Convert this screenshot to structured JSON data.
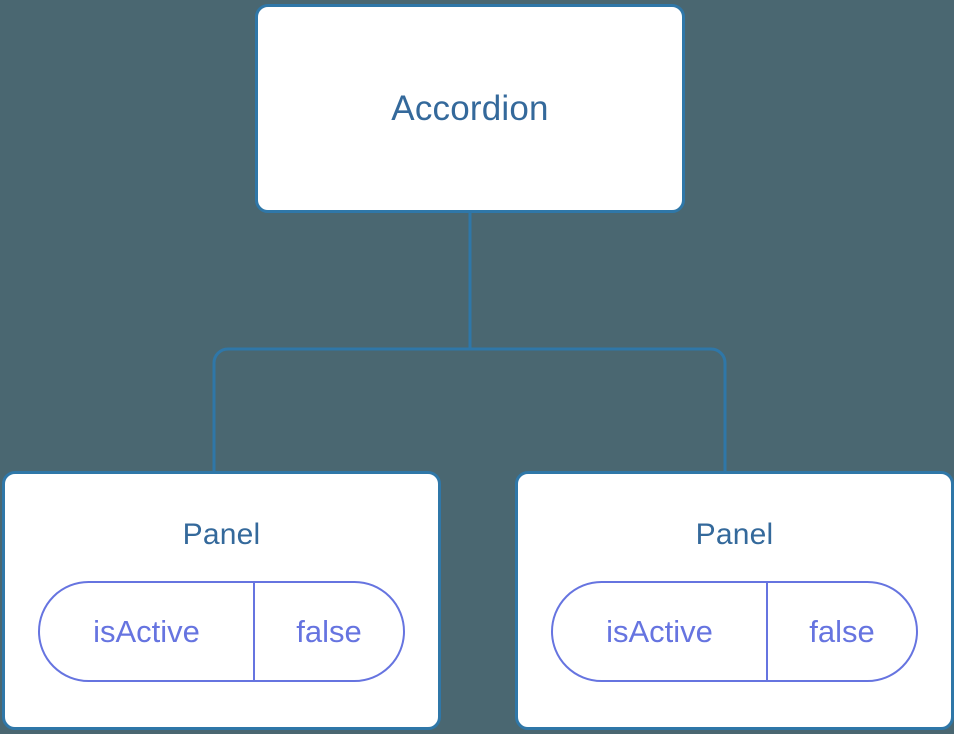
{
  "diagram": {
    "type": "component-tree",
    "background_color": "#4a6771",
    "edge_color": "#2f77a8",
    "node_border_color": "#2f77a8",
    "node_fill_color": "#ffffff",
    "node_title_color": "#34699b",
    "badge_color": "#6674e0",
    "root": {
      "title": "Accordion"
    },
    "children": [
      {
        "title": "Panel",
        "state": {
          "key": "isActive",
          "value": "false"
        }
      },
      {
        "title": "Panel",
        "state": {
          "key": "isActive",
          "value": "false"
        }
      }
    ]
  }
}
